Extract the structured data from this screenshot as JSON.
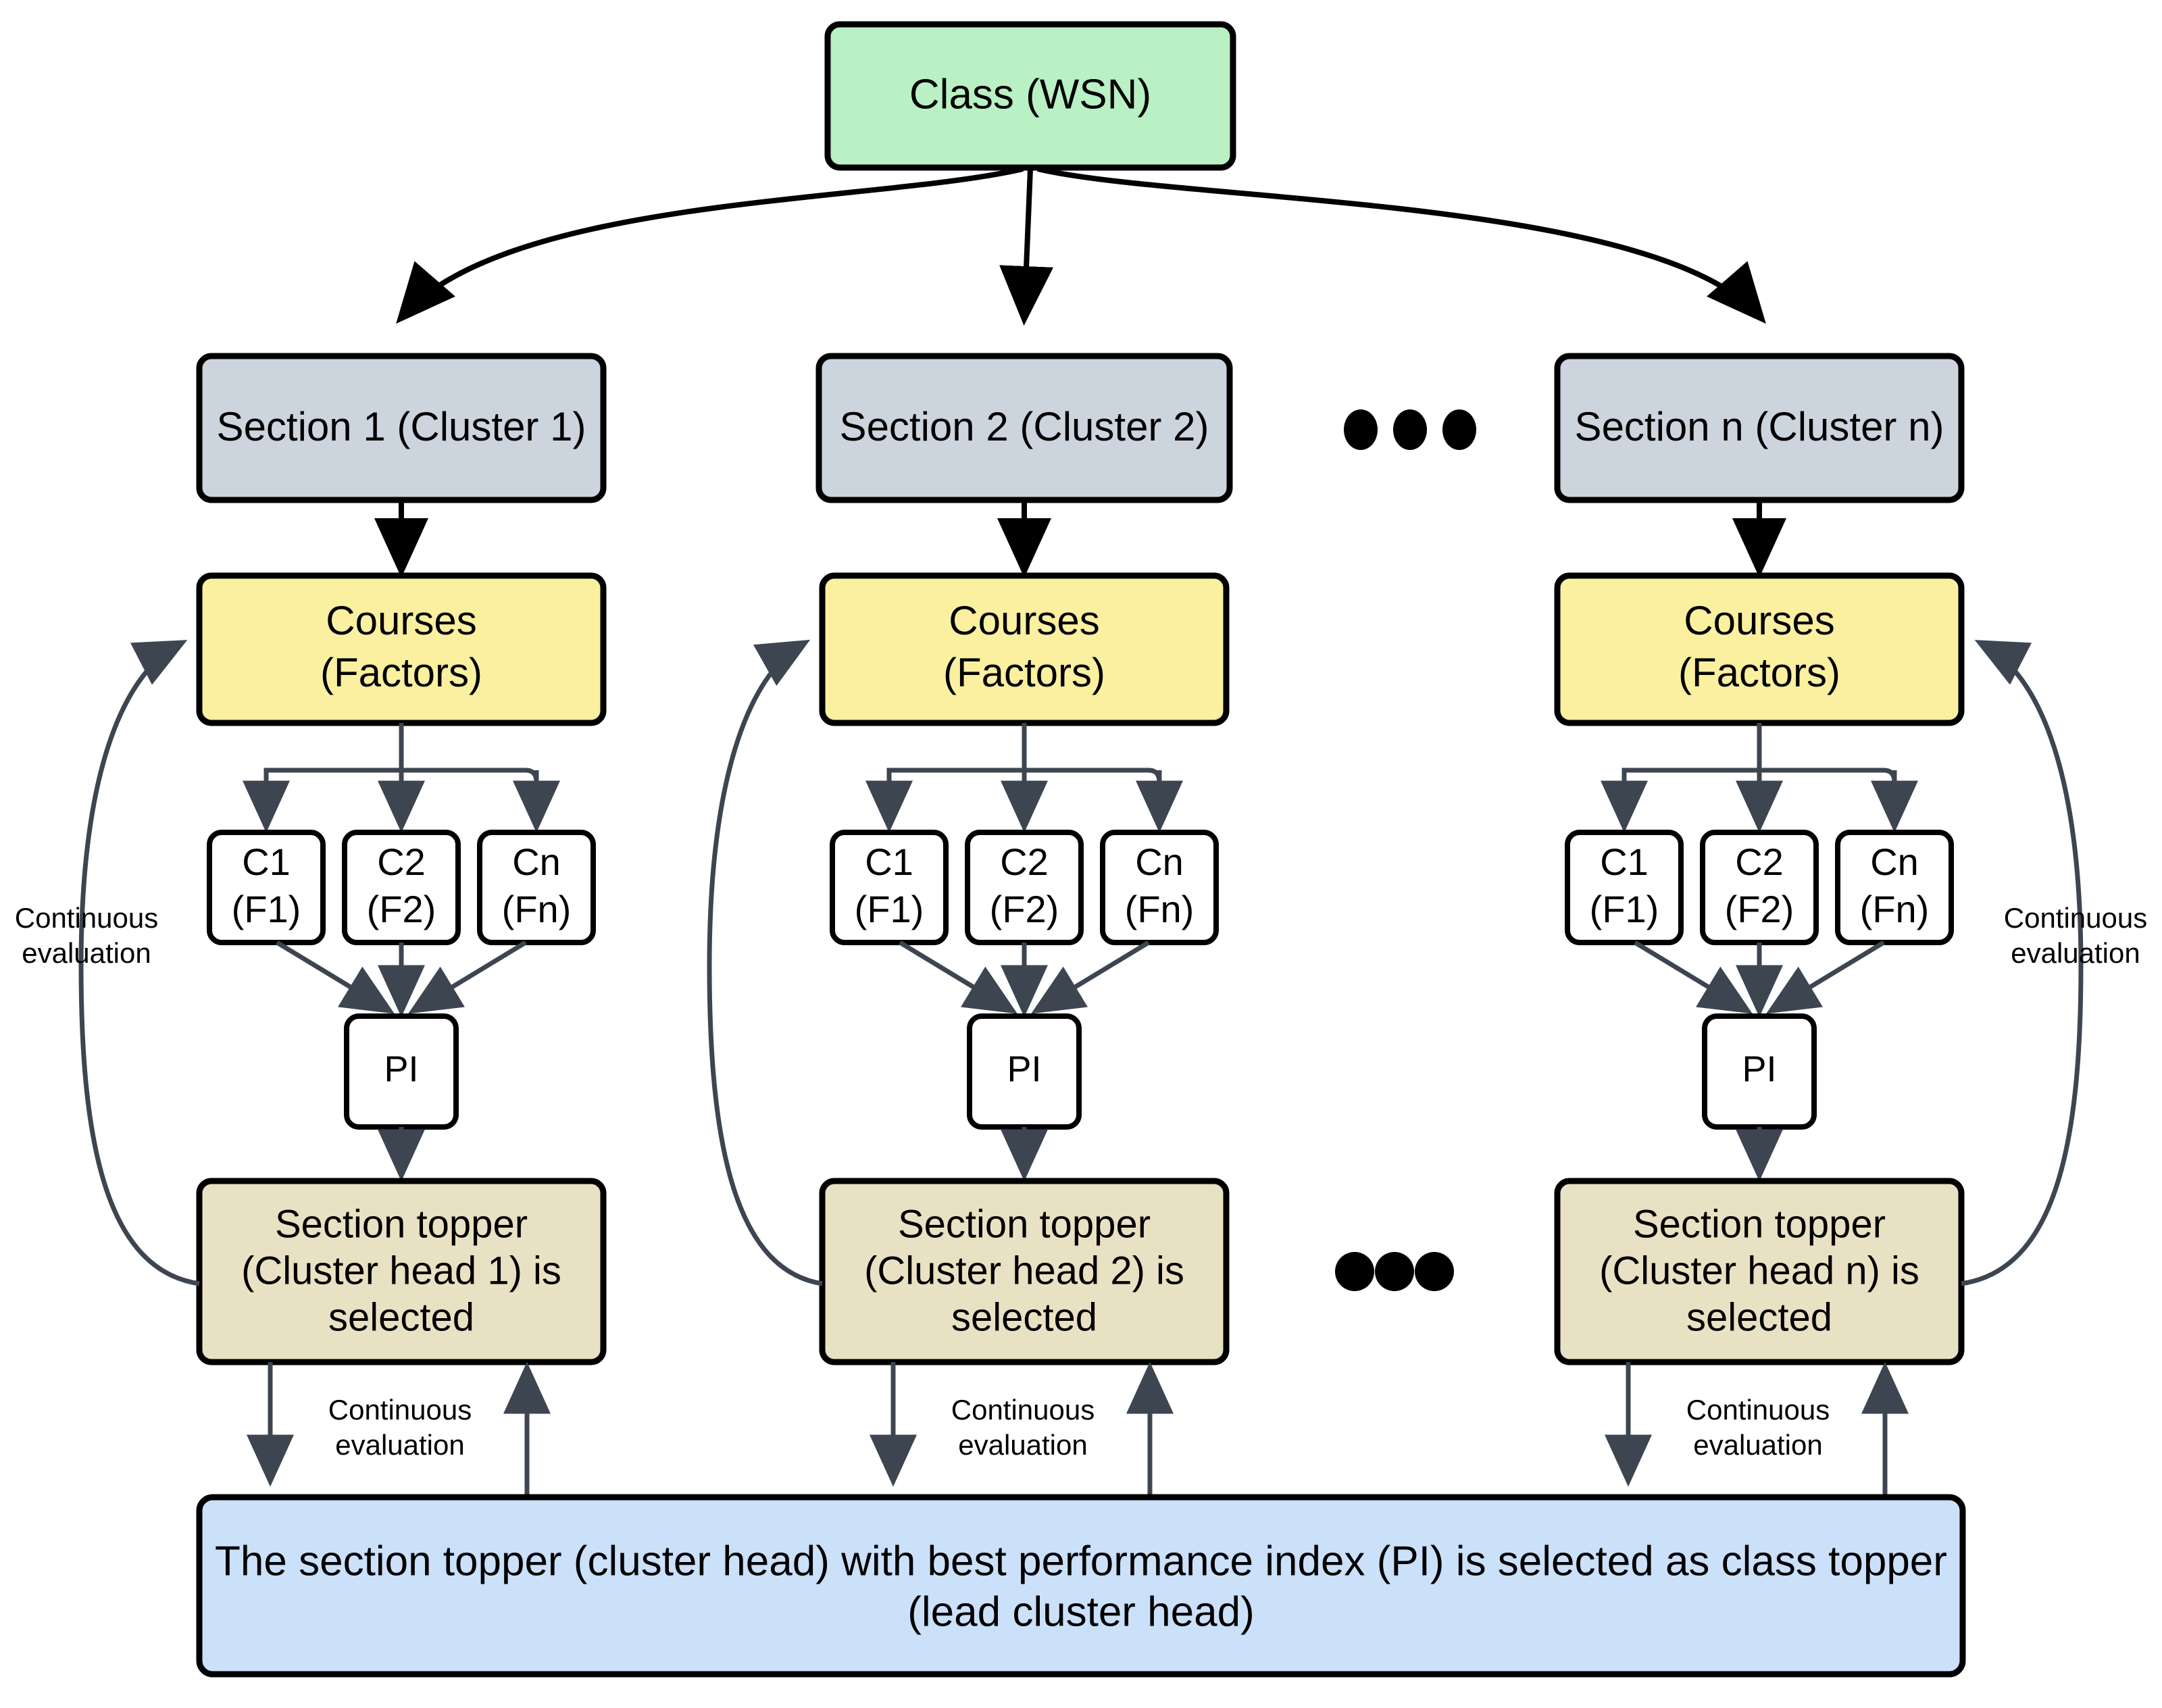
{
  "diagram": {
    "title_node": {
      "label": "Class (WSN)",
      "fill": "#b9f0c4"
    },
    "colors": {
      "root_green": "#b9f0c4",
      "section_grey": "#ccd4dd",
      "courses_yellow": "#faf0a0",
      "cnode_white": "#ffffff",
      "pi_white": "#ffffff",
      "topper_beige": "#e9e1c3",
      "final_blue": "#cbe0f9",
      "border_black": "#000000",
      "edge_dark": "#3d4650"
    },
    "columns": [
      {
        "section": "Section 1 (Cluster 1)",
        "courses_line1": "Courses",
        "courses_line2": "(Factors)",
        "factors": [
          {
            "line1": "C1",
            "line2": "(F1)"
          },
          {
            "line1": "C2",
            "line2": "(F2)"
          },
          {
            "line1": "Cn",
            "line2": "(Fn)"
          }
        ],
        "pi": "PI",
        "topper_line1": "Section topper",
        "topper_line2": "(Cluster head 1) is",
        "topper_line3": "selected",
        "side_feedback_label_line1": "Continuous",
        "side_feedback_label_line2": "evaluation",
        "bottom_feedback_label_line1": "Continuous",
        "bottom_feedback_label_line2": "evaluation"
      },
      {
        "section": "Section 2 (Cluster 2)",
        "courses_line1": "Courses",
        "courses_line2": "(Factors)",
        "factors": [
          {
            "line1": "C1",
            "line2": "(F1)"
          },
          {
            "line1": "C2",
            "line2": "(F2)"
          },
          {
            "line1": "Cn",
            "line2": "(Fn)"
          }
        ],
        "pi": "PI",
        "topper_line1": "Section topper",
        "topper_line2": "(Cluster head 2) is",
        "topper_line3": "selected",
        "side_feedback_label_line1": "",
        "side_feedback_label_line2": "",
        "bottom_feedback_label_line1": "Continuous",
        "bottom_feedback_label_line2": "evaluation"
      },
      {
        "section": "Section n (Cluster n)",
        "courses_line1": "Courses",
        "courses_line2": "(Factors)",
        "factors": [
          {
            "line1": "C1",
            "line2": "(F1)"
          },
          {
            "line1": "C2",
            "line2": "(F2)"
          },
          {
            "line1": "Cn",
            "line2": "(Fn)"
          }
        ],
        "pi": "PI",
        "topper_line1": "Section topper",
        "topper_line2": "(Cluster head n) is",
        "topper_line3": "selected",
        "side_feedback_label_line1": "Continuous",
        "side_feedback_label_line2": "evaluation",
        "bottom_feedback_label_line1": "Continuous",
        "bottom_feedback_label_line2": "evaluation"
      }
    ],
    "ellipsis": {
      "glyph": "●",
      "count": 3
    },
    "final_node": {
      "line1": "The section topper (cluster head) with best performance index (PI) is selected as class topper",
      "line2": "(lead cluster head)",
      "fill": "#cbe0f9"
    }
  }
}
